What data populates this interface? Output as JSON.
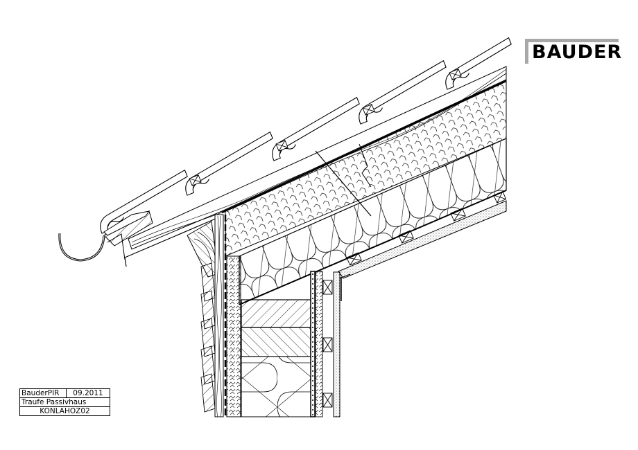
{
  "logo": {
    "text": "BAUDER",
    "bar_color": "#a8a8a8",
    "text_color": "#000000"
  },
  "title_block": {
    "product": "BauderPIR",
    "date": "09.2011",
    "description": "Traufe Passivhaus",
    "drawing_code": "KONLAHOZ02"
  },
  "drawing": {
    "subject": "eaves-detail-section",
    "line_color": "#000000",
    "background": "#ffffff",
    "components": [
      "roof-tiles",
      "tile-battens",
      "counter-battens",
      "wood-fibre-board",
      "pir-insulation-above-rafter",
      "mineral-wool-between-rafters",
      "vapour-barrier",
      "interior-lining",
      "gutter",
      "eaves-board",
      "wall-timber-cladding",
      "wall-insulation",
      "timber-header",
      "service-layer"
    ]
  }
}
